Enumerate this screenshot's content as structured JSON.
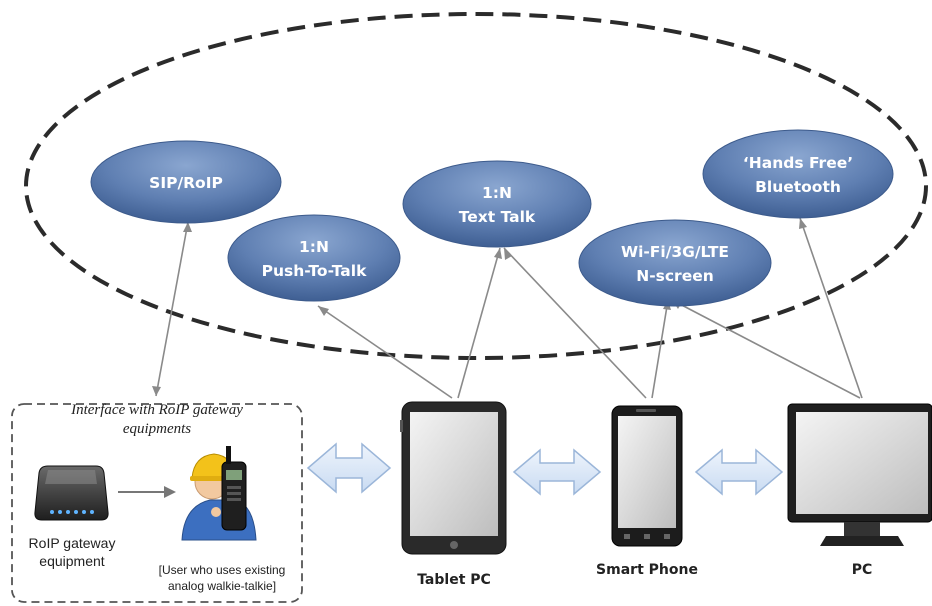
{
  "bubbles": {
    "sip": "SIP/RoIP",
    "ptt_1": "1:N",
    "ptt_2": "Push-To-Talk",
    "text_1": "1:N",
    "text_2": "Text Talk",
    "wifi_1": "Wi-Fi/3G/LTE",
    "wifi_2": "N-screen",
    "hands_1": "‘Hands Free’",
    "hands_2": "Bluetooth"
  },
  "gateway_box": {
    "title_1": "Interface with RoIP gateway",
    "title_2": "equipments",
    "device_label_1": "RoIP gateway",
    "device_label_2": "equipment",
    "user_label_1": "[User who uses existing",
    "user_label_2": "analog walkie-talkie]"
  },
  "devices": {
    "tablet": "Tablet PC",
    "phone": "Smart Phone",
    "pc": "PC"
  },
  "icons": [
    "gateway-icon",
    "walkie-talkie-user-icon",
    "tablet-icon",
    "smartphone-icon",
    "monitor-icon",
    "double-arrow-icon"
  ],
  "colors": {
    "bubble_top": "#7b98c4",
    "bubble_bottom": "#47679a",
    "outline": "#2b2b2b",
    "arrow_fill": "#dbe7f6",
    "arrow_stroke": "#9bb6d9"
  }
}
